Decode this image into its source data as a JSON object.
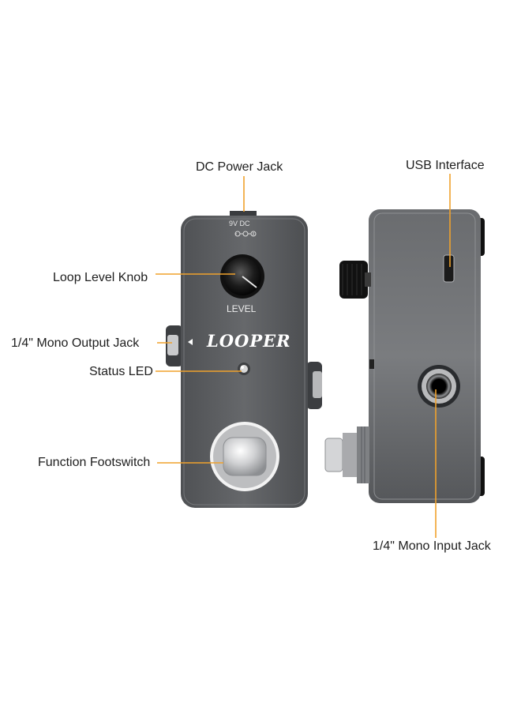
{
  "colors": {
    "accent": "#f0a22c",
    "pedal_body": "#5b5d60",
    "background": "#ffffff"
  },
  "front": {
    "voltage_marking": "9V DC",
    "knob_marking": "LEVEL",
    "logo": "LOOPER"
  },
  "callouts": {
    "dc_power_jack": "DC Power Jack",
    "usb_interface": "USB Interface",
    "loop_level_knob": "Loop Level Knob",
    "mono_output_jack": "1/4\" Mono Output Jack",
    "status_led": "Status LED",
    "function_footswitch": "Function Footswitch",
    "mono_input_jack": "1/4\" Mono Input Jack"
  }
}
